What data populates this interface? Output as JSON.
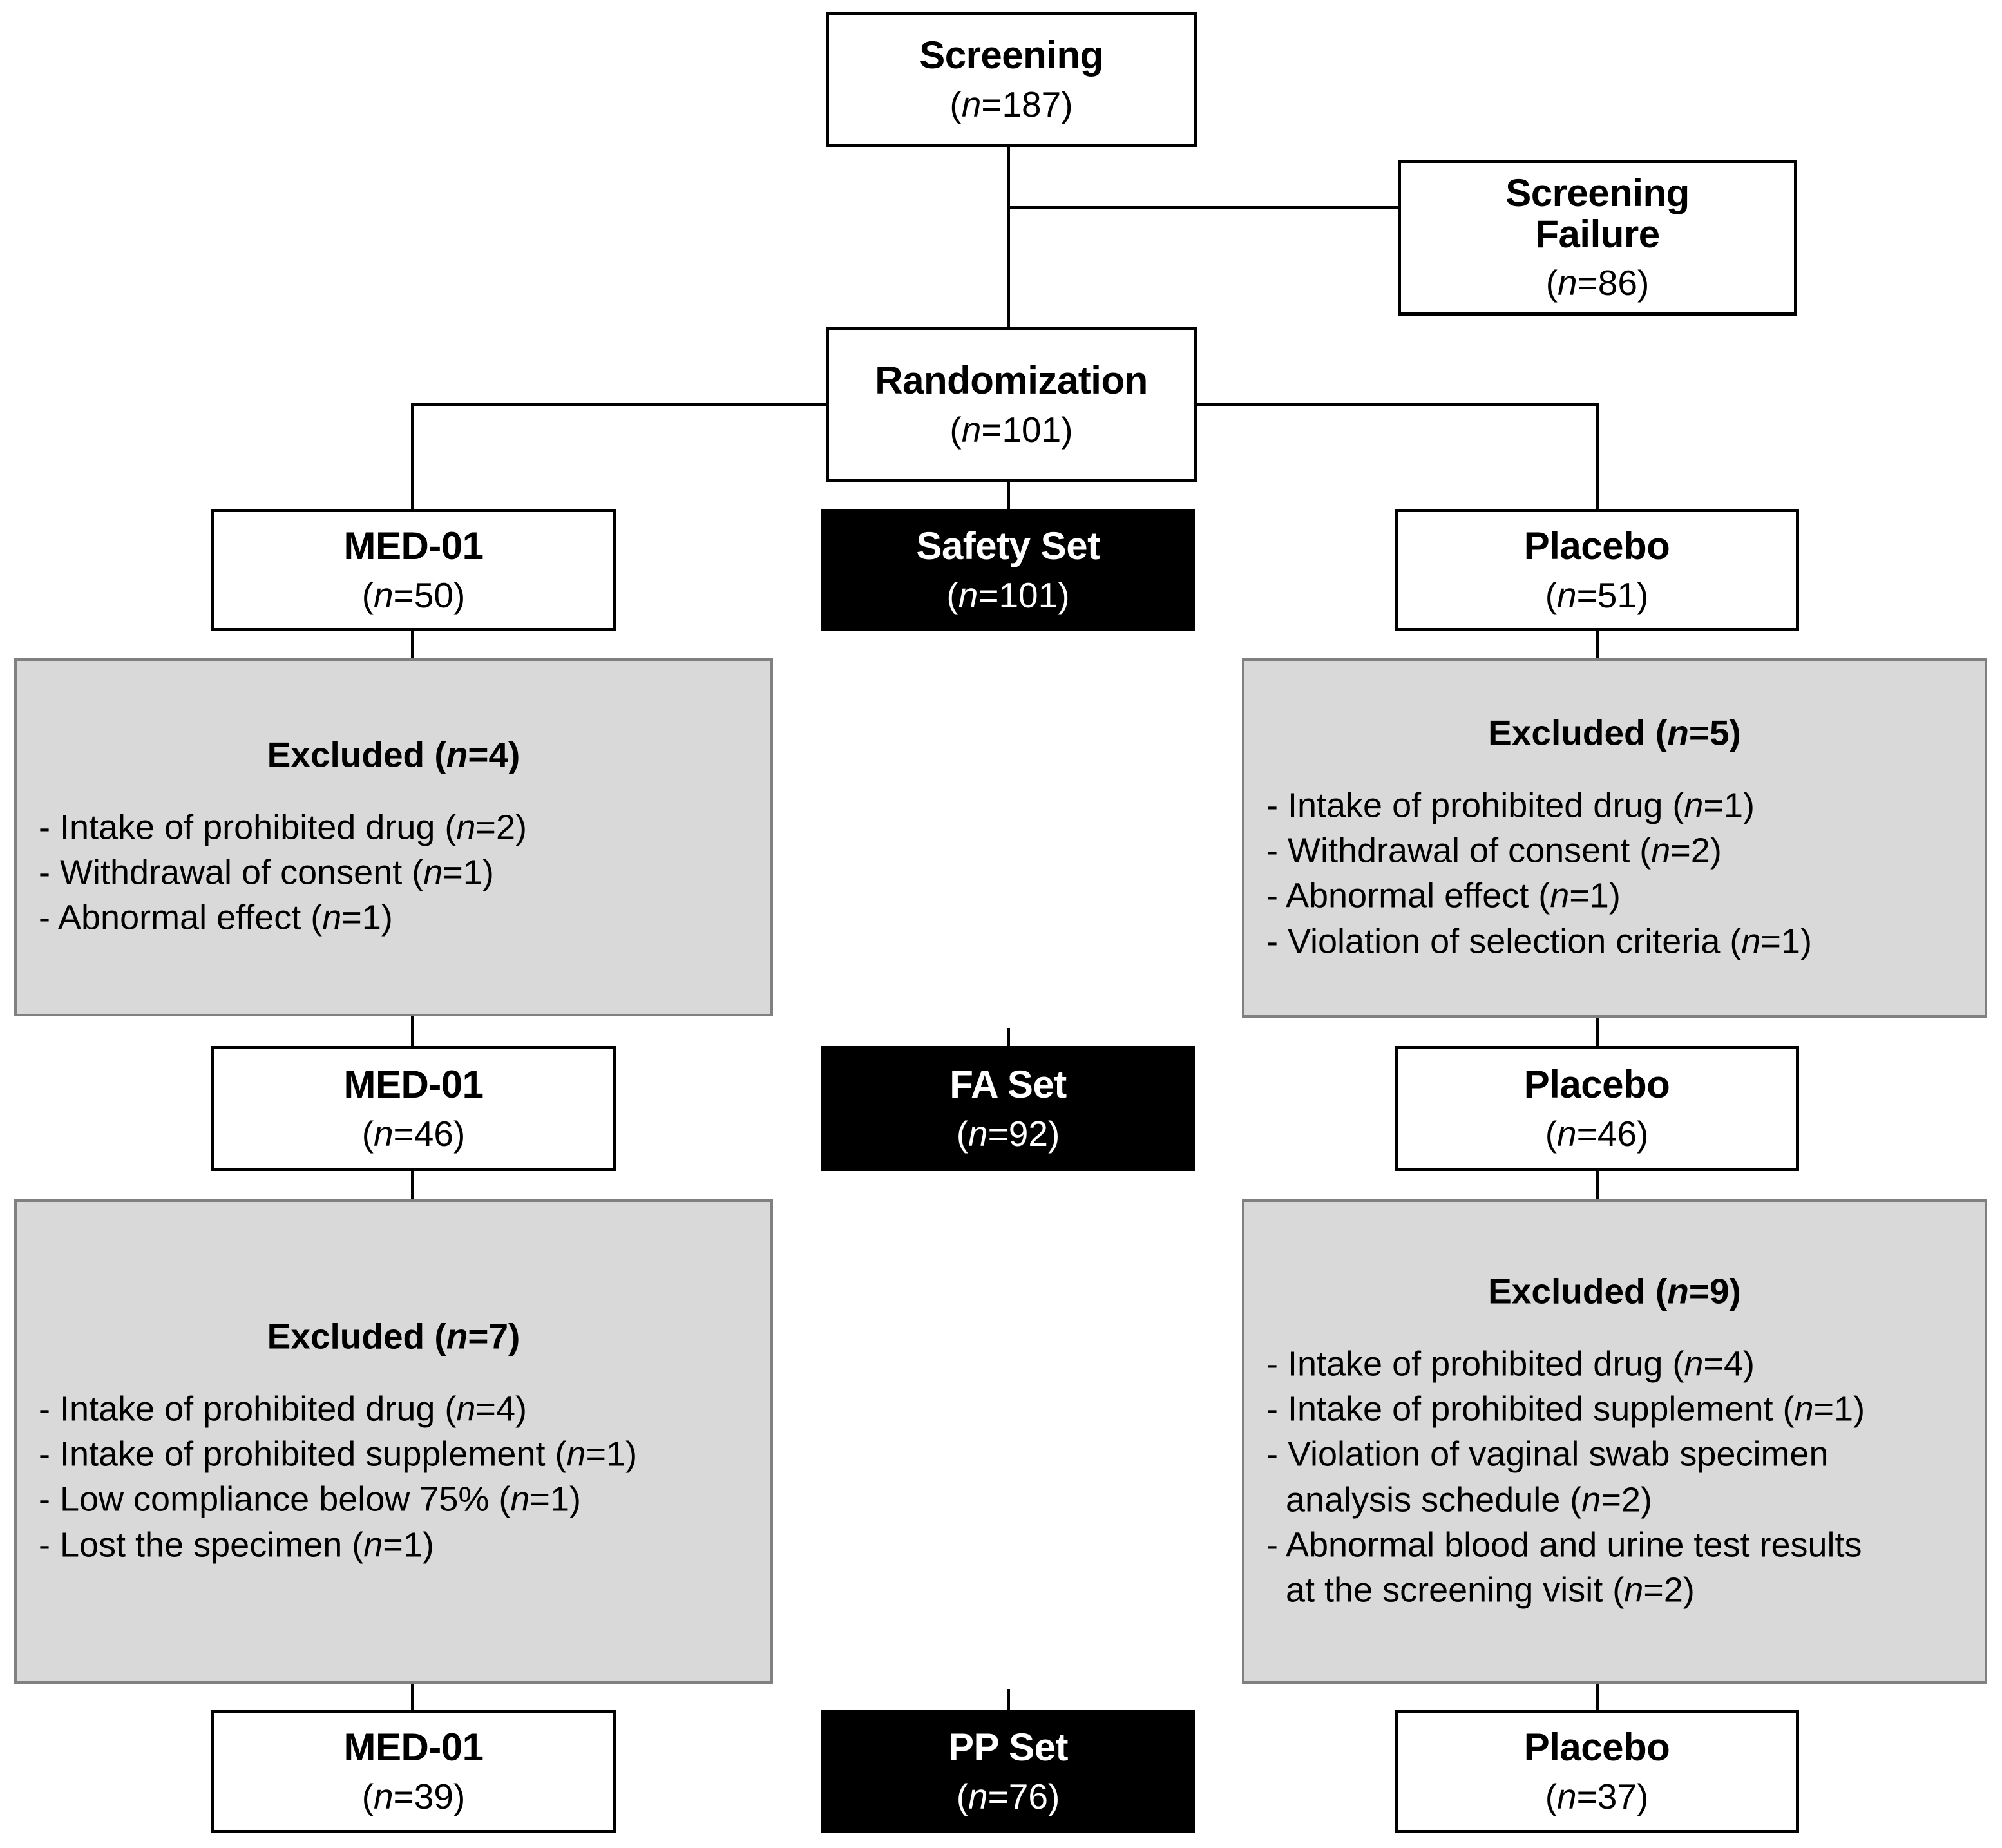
{
  "diagram": {
    "type": "consort-flow-diagram",
    "colors": {
      "box_border": "#000000",
      "box_fill": "#ffffff",
      "highlight_fill": "#000000",
      "highlight_text": "#ffffff",
      "excluded_fill": "#d9d9d9",
      "excluded_border": "#808080",
      "connector": "#000000"
    }
  },
  "screening": {
    "title": "Screening",
    "n": "(n=187)",
    "n_label": "n",
    "n_value": "=187"
  },
  "screening_failure": {
    "title_line1": "Screening",
    "title_line2": "Failure",
    "n": "(n=86)",
    "n_label": "n",
    "n_value": "=86"
  },
  "randomization": {
    "title": "Randomization",
    "n": "(n=101)",
    "n_label": "n",
    "n_value": "=101"
  },
  "row_safety": {
    "left": {
      "title": "MED-01",
      "n_label": "n",
      "n_value": "=50"
    },
    "center": {
      "title": "Safety Set",
      "n_label": "n",
      "n_value": "=101"
    },
    "right": {
      "title": "Placebo",
      "n_label": "n",
      "n_value": "=51"
    }
  },
  "row_fa": {
    "left": {
      "title": "MED-01",
      "n_label": "n",
      "n_value": "=46"
    },
    "center": {
      "title": "FA Set",
      "n_label": "n",
      "n_value": "=92"
    },
    "right": {
      "title": "Placebo",
      "n_label": "n",
      "n_value": "=46"
    }
  },
  "row_pp": {
    "left": {
      "title": "MED-01",
      "n_label": "n",
      "n_value": "=39"
    },
    "center": {
      "title": "PP Set",
      "n_label": "n",
      "n_value": "=76"
    },
    "right": {
      "title": "Placebo",
      "n_label": "n",
      "n_value": "=37"
    }
  },
  "excluded_left_1": {
    "title_prefix": "Excluded (",
    "title_label": "n",
    "title_value": "=4)",
    "items": [
      "- Intake of prohibited drug (n=2)",
      "- Withdrawal of consent (n=1)",
      "- Abnormal effect (n=1)"
    ]
  },
  "excluded_right_1": {
    "title_prefix": "Excluded (",
    "title_label": "n",
    "title_value": "=5)",
    "items": [
      "- Intake of prohibited drug (n=1)",
      "- Withdrawal of consent (n=2)",
      "- Abnormal effect (n=1)",
      "- Violation of selection criteria (n=1)"
    ]
  },
  "excluded_left_2": {
    "title_prefix": "Excluded (",
    "title_label": "n",
    "title_value": "=7)",
    "items": [
      "- Intake of prohibited drug (n=4)",
      "- Intake of prohibited supplement (n=1)",
      "- Low compliance below 75% (n=1)",
      "- Lost the specimen (n=1)"
    ]
  },
  "excluded_right_2": {
    "title_prefix": "Excluded (",
    "title_label": "n",
    "title_value": "=9)",
    "items": [
      "- Intake of prohibited drug (n=4)",
      "- Intake of prohibited supplement (n=1)",
      "- Violation of vaginal swab specimen\n  analysis schedule (n=2)",
      "- Abnormal blood and urine test results\n  at the screening visit (n=2)"
    ]
  }
}
